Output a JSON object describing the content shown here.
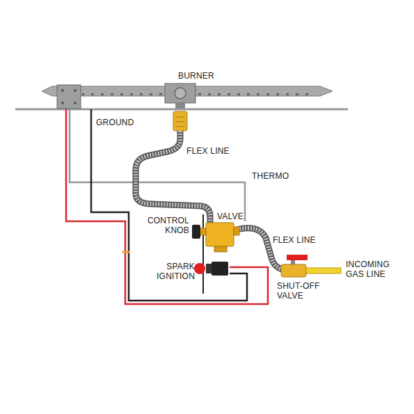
{
  "diagram": {
    "labels": [
      "BURNER",
      "GROUND",
      "FLEX LINE",
      "THERMO",
      "CONTROL KNOB",
      "VALVE",
      "FLEX LINE",
      "SPARK IGNITION",
      "SHUT-OFF VALVE",
      "INCOMING GAS LINE"
    ]
  }
}
